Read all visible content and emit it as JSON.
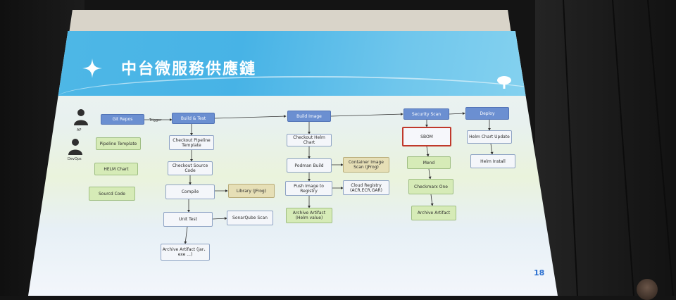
{
  "slide": {
    "title": "中台微服務供應鏈",
    "page_number": "18"
  },
  "actors": [
    {
      "id": "ap",
      "label": "AP"
    },
    {
      "id": "devops",
      "label": "DevOps"
    }
  ],
  "inputs": [
    {
      "id": "pipeline-template",
      "label": "Pipeline Template"
    },
    {
      "id": "helm-chart",
      "label": "HELM Chart"
    },
    {
      "id": "source-code",
      "label": "Sourcd Code"
    }
  ],
  "stages": {
    "git_repo": "Git Repos",
    "trigger": "Trigger",
    "build_test": "Build & Test",
    "build_image": "Build Image",
    "security_scan": "Security Scan",
    "deploy": "Deploy"
  },
  "build_test_steps": {
    "checkout_pipeline": "Checkout Pipeline Template",
    "checkout_source": "Checkout Source Code",
    "compile": "Compile",
    "unit_test": "Unit Test",
    "archive_artifact": "Archive Artifact (jar、exe ...)",
    "library": "Library (JFrog)",
    "sonarqube": "SonarQube Scan"
  },
  "build_image_steps": {
    "checkout_helm": "Checkout Helm Chart",
    "podman_build": "Podman Build",
    "push_registry": "Push Image to Registry",
    "archive_artifact": "Archive Artifact (Helm value)",
    "container_scan": "Container Image Scan (JFrog)",
    "cloud_registry": "Cloud Registry (ACR,ECR,GAR)"
  },
  "security_steps": {
    "sbom": "SBOM",
    "mend": "Mend",
    "checkmarx": "Checkmarx One",
    "archive_artifact": "Archive Artifact"
  },
  "deploy_steps": {
    "helm_update": "Helm Chart Update",
    "helm_install": "Helm Install"
  },
  "colors": {
    "banner": "#4fb8e6",
    "stage_box": "#6b8fd1",
    "input_box": "#d6ebb7",
    "external_box": "#e6dfb6",
    "highlight": "#c0392b",
    "page_number": "#2a6fd0"
  }
}
